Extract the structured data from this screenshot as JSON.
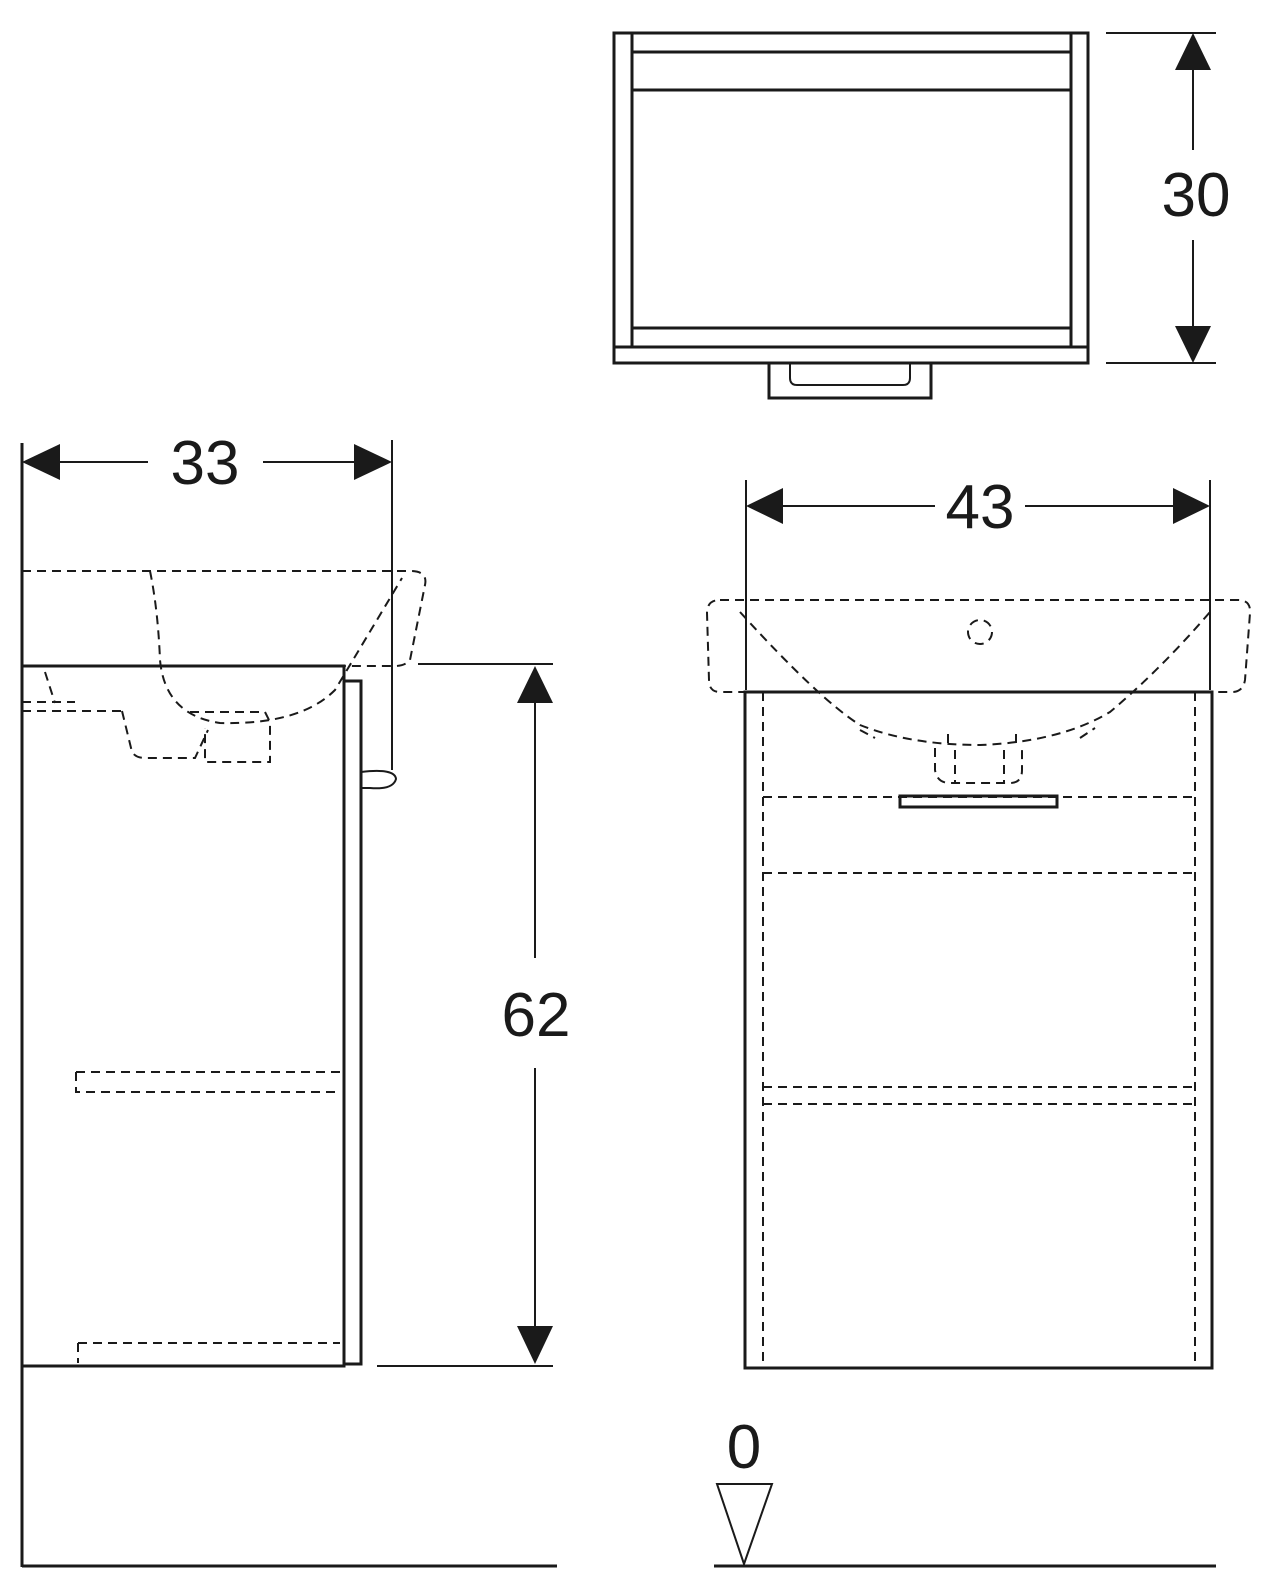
{
  "dimensions": {
    "height_top": "30",
    "depth_side": "33",
    "width_front": "43",
    "height_side": "62",
    "floor_level": "0"
  },
  "colors": {
    "line": "#1a1a1a",
    "background": "#ffffff"
  }
}
